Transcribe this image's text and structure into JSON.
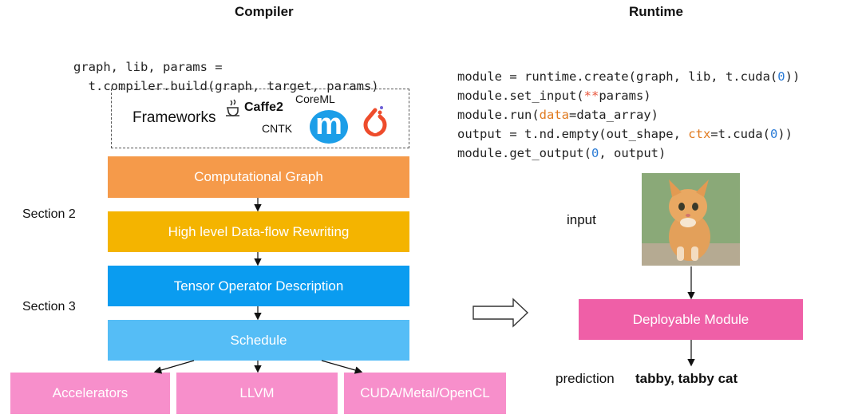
{
  "compiler": {
    "heading": "Compiler",
    "code_line1": "graph, lib, params =",
    "code_line2": "  t.compiler.build(graph, target, params)",
    "frameworks": {
      "label": "Frameworks",
      "caffe2": "Caffe2",
      "coreml": "CoreML",
      "cntk": "CNTK",
      "mxnet_letter": "m"
    },
    "stages": [
      {
        "label": "Computational Graph",
        "color": "#f59a4a"
      },
      {
        "label": "High level Data-flow Rewriting",
        "color": "#f4b400"
      },
      {
        "label": "Tensor Operator Description",
        "color": "#0a9cf0"
      },
      {
        "label": "Schedule",
        "color": "#55bdf6"
      }
    ],
    "section2": "Section 2",
    "section3": "Section 3",
    "targets": [
      {
        "label": "Accelerators"
      },
      {
        "label": "LLVM"
      },
      {
        "label": "CUDA/Metal/OpenCL"
      }
    ],
    "target_color": "#f78fcb"
  },
  "runtime": {
    "heading": "Runtime",
    "code": {
      "l1a": "module = runtime.create(graph, lib, t.cuda(",
      "l1n": "0",
      "l1b": "))",
      "l2a": "module.set_input(",
      "l2k": "**",
      "l2b": "params)",
      "l3a": "module.run(",
      "l3k": "data",
      "l3b": "=data_array)",
      "l4a": "output = t.nd.empty(out_shape, ",
      "l4k": "ctx",
      "l4b": "=t.cuda(",
      "l4n": "0",
      "l4c": "))",
      "l5a": "module.get_output(",
      "l5n": "0",
      "l5b": ", output)"
    },
    "input_label": "input",
    "module_label": "Deployable Module",
    "module_color": "#ef5fa7",
    "prediction_label": "prediction",
    "prediction_value": "tabby, tabby cat"
  }
}
